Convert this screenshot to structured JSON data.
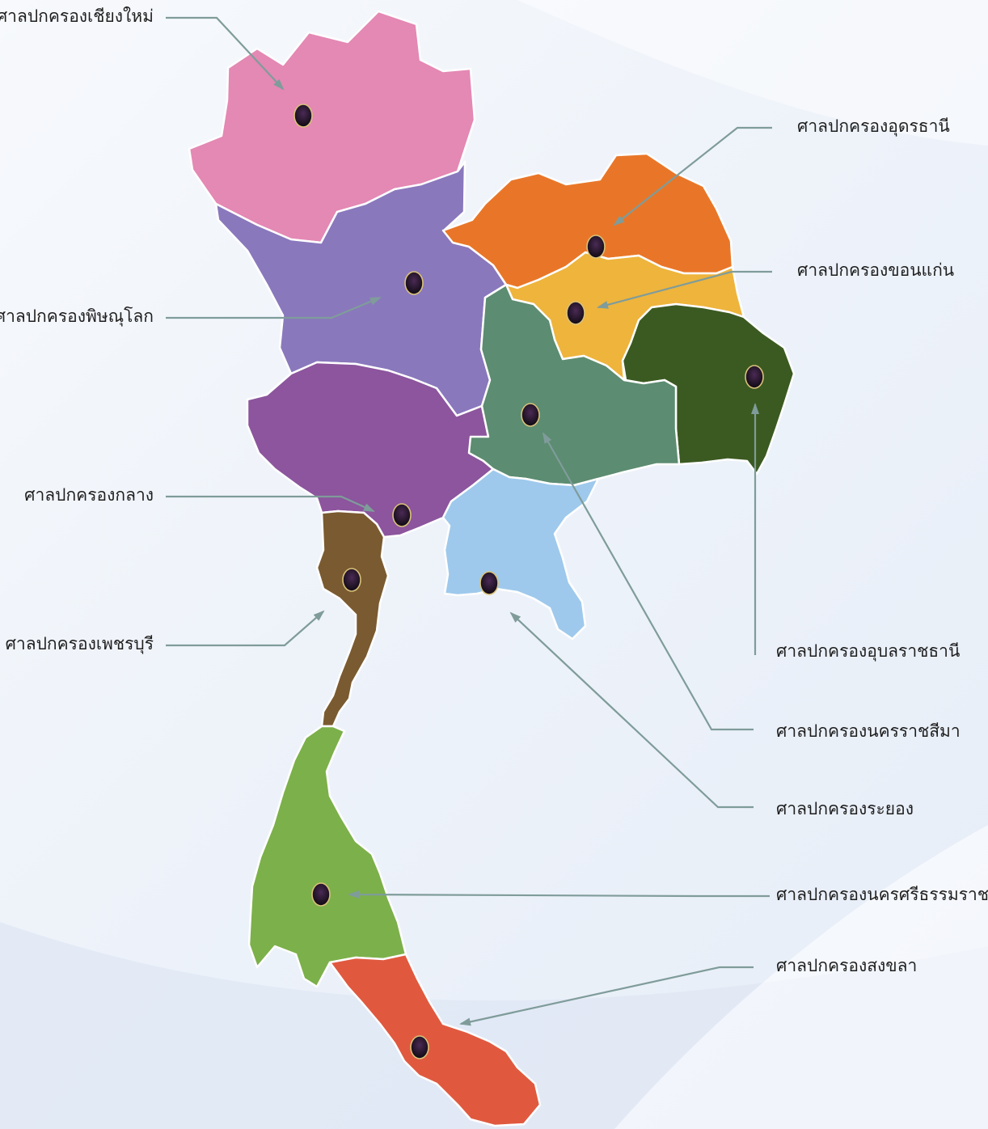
{
  "colors": {
    "chiang_mai": "#e488b4",
    "phitsanulok": "#8a78bd",
    "central": "#8c559d",
    "phetchaburi": "#7a5a30",
    "udon_thani": "#e97628",
    "khon_kaen": "#eeb43c",
    "ubon": "#3b5a21",
    "nakhon_ratchasima": "#5c8c71",
    "rayong": "#9ec9ec",
    "nakhon_si_thammarat": "#7cb04a",
    "songkhla": "#e0593f",
    "leader_line": "#7f9c9a",
    "border": "#ffffff"
  },
  "labels": {
    "chiang_mai": "ศาลปกครองเชียงใหม่",
    "phitsanulok": "ศาลปกครองพิษณุโลก",
    "central": "ศาลปกครองกลาง",
    "phetchaburi": "ศาลปกครองเพชรบุรี",
    "udon_thani": "ศาลปกครองอุดรธานี",
    "khon_kaen": "ศาลปกครองขอนแก่น",
    "ubon": "ศาลปกครองอุบลราชธานี",
    "nakhon_ratchasima": "ศาลปกครองนครราชสีมา",
    "rayong": "ศาลปกครองระยอง",
    "nakhon_si_thammarat": "ศาลปกครองนครศรีธรรมราช",
    "songkhla": "ศาลปกครองสงขลา"
  },
  "markers": {
    "icon": "court-emblem-icon"
  }
}
